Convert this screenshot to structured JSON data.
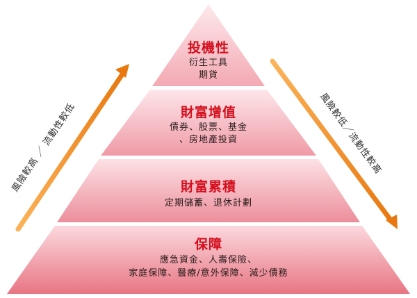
{
  "pyramid": {
    "tiers": [
      {
        "title": "投機性",
        "lines": [
          "衍生工具",
          "期貨"
        ]
      },
      {
        "title": "財富增值",
        "lines": [
          "債券、股票、基金",
          "、房地產投資"
        ]
      },
      {
        "title": "財富累積",
        "lines": [
          "定期儲蓄、退休計劃"
        ]
      },
      {
        "title": "保障",
        "lines": [
          "應急資金、人壽保險、",
          "家庭保障、醫療/意外保障、減少債務"
        ]
      }
    ]
  },
  "left_arrow": {
    "label": "風險較高 ／ 流動性較低",
    "direction": "up"
  },
  "right_arrow": {
    "label": "風險較低／流動性較高",
    "direction": "down"
  },
  "colors": {
    "arrow_orange": "#f08a1c",
    "title_red": "#d40f1e",
    "pyramid_light": "#fbe3e6",
    "pyramid_dark": "#e8707e"
  }
}
